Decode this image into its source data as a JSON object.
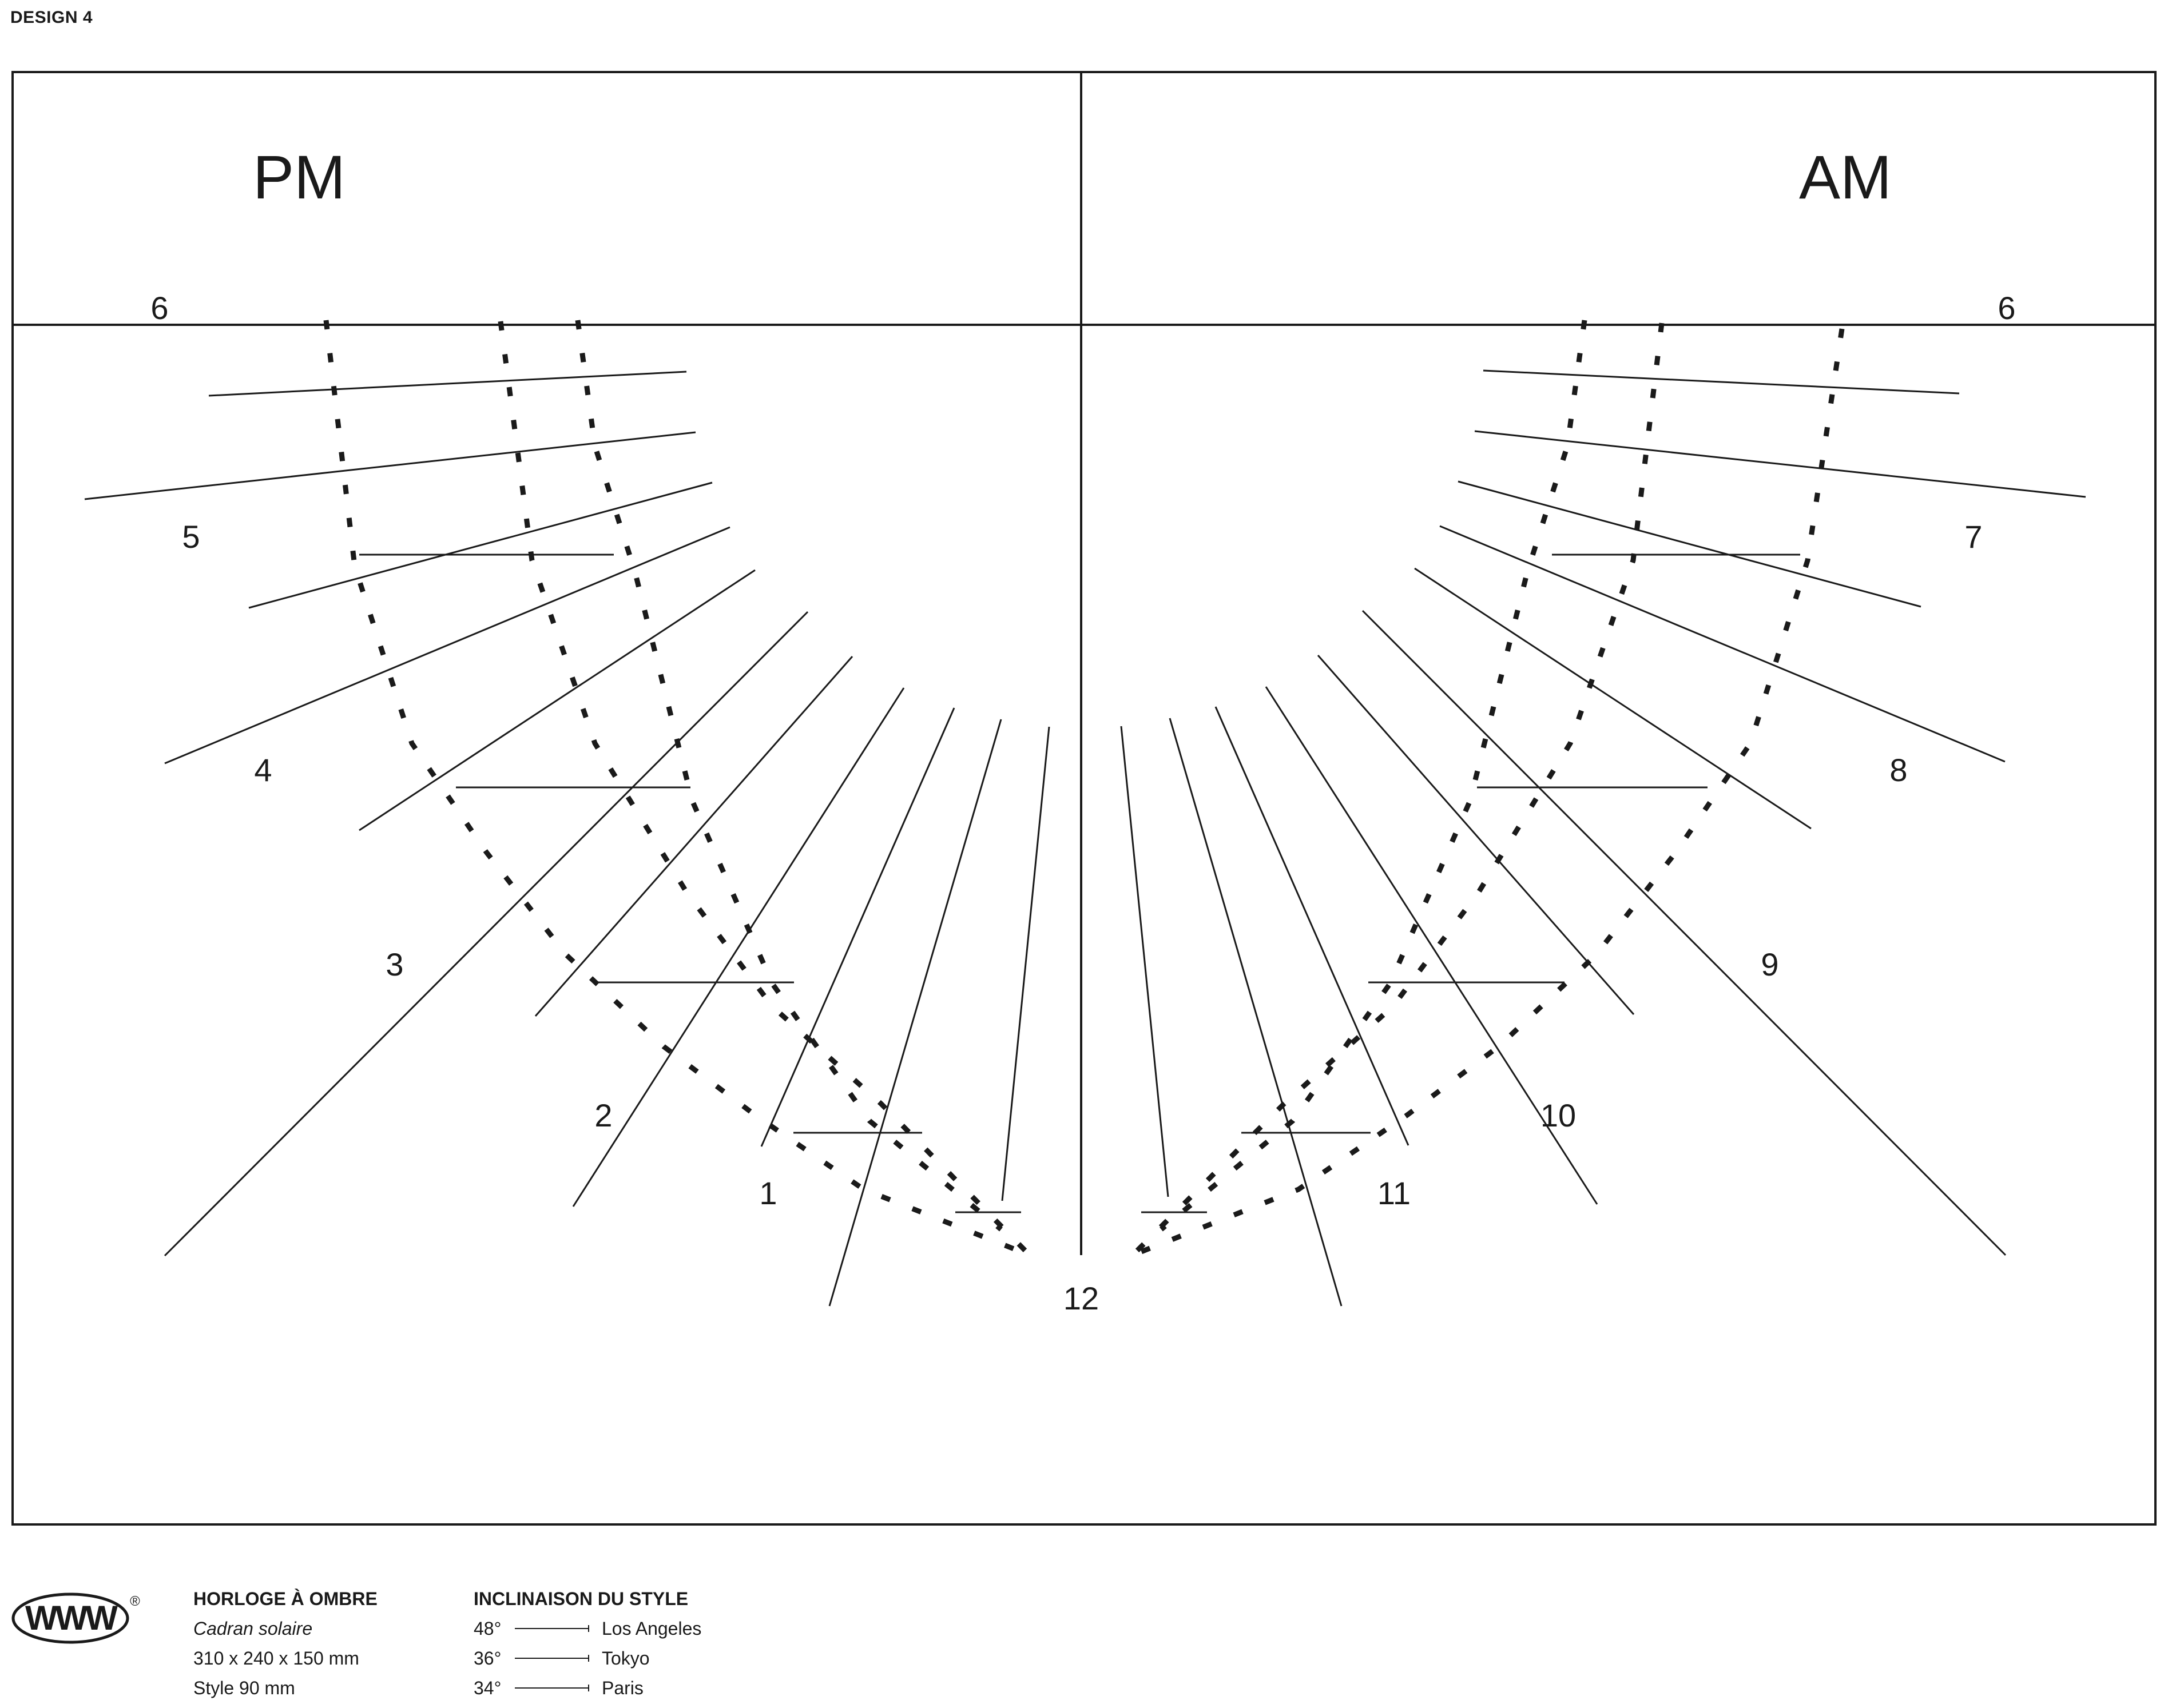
{
  "page": {
    "design_label": "DESIGN 4"
  },
  "dial": {
    "left_label": "PM",
    "right_label": "AM",
    "hours_pm": [
      "6",
      "5",
      "4",
      "3",
      "2",
      "1"
    ],
    "noon": "12",
    "hours_am": [
      "11",
      "10",
      "9",
      "8",
      "7",
      "6"
    ]
  },
  "footer": {
    "logo_text": "WWW",
    "logo_mark": "®",
    "product": {
      "title": "HORLOGE À OMBRE",
      "subtitle": "Cadran solaire",
      "dimensions": "310 x 240 x 150 mm",
      "style": "Style 90 mm"
    },
    "inclination": {
      "title": "INCLINAISON DU STYLE",
      "rows": [
        {
          "angle": "48°",
          "city": "Los Angeles"
        },
        {
          "angle": "36°",
          "city": "Tokyo"
        },
        {
          "angle": "34°",
          "city": "Paris"
        }
      ]
    }
  }
}
